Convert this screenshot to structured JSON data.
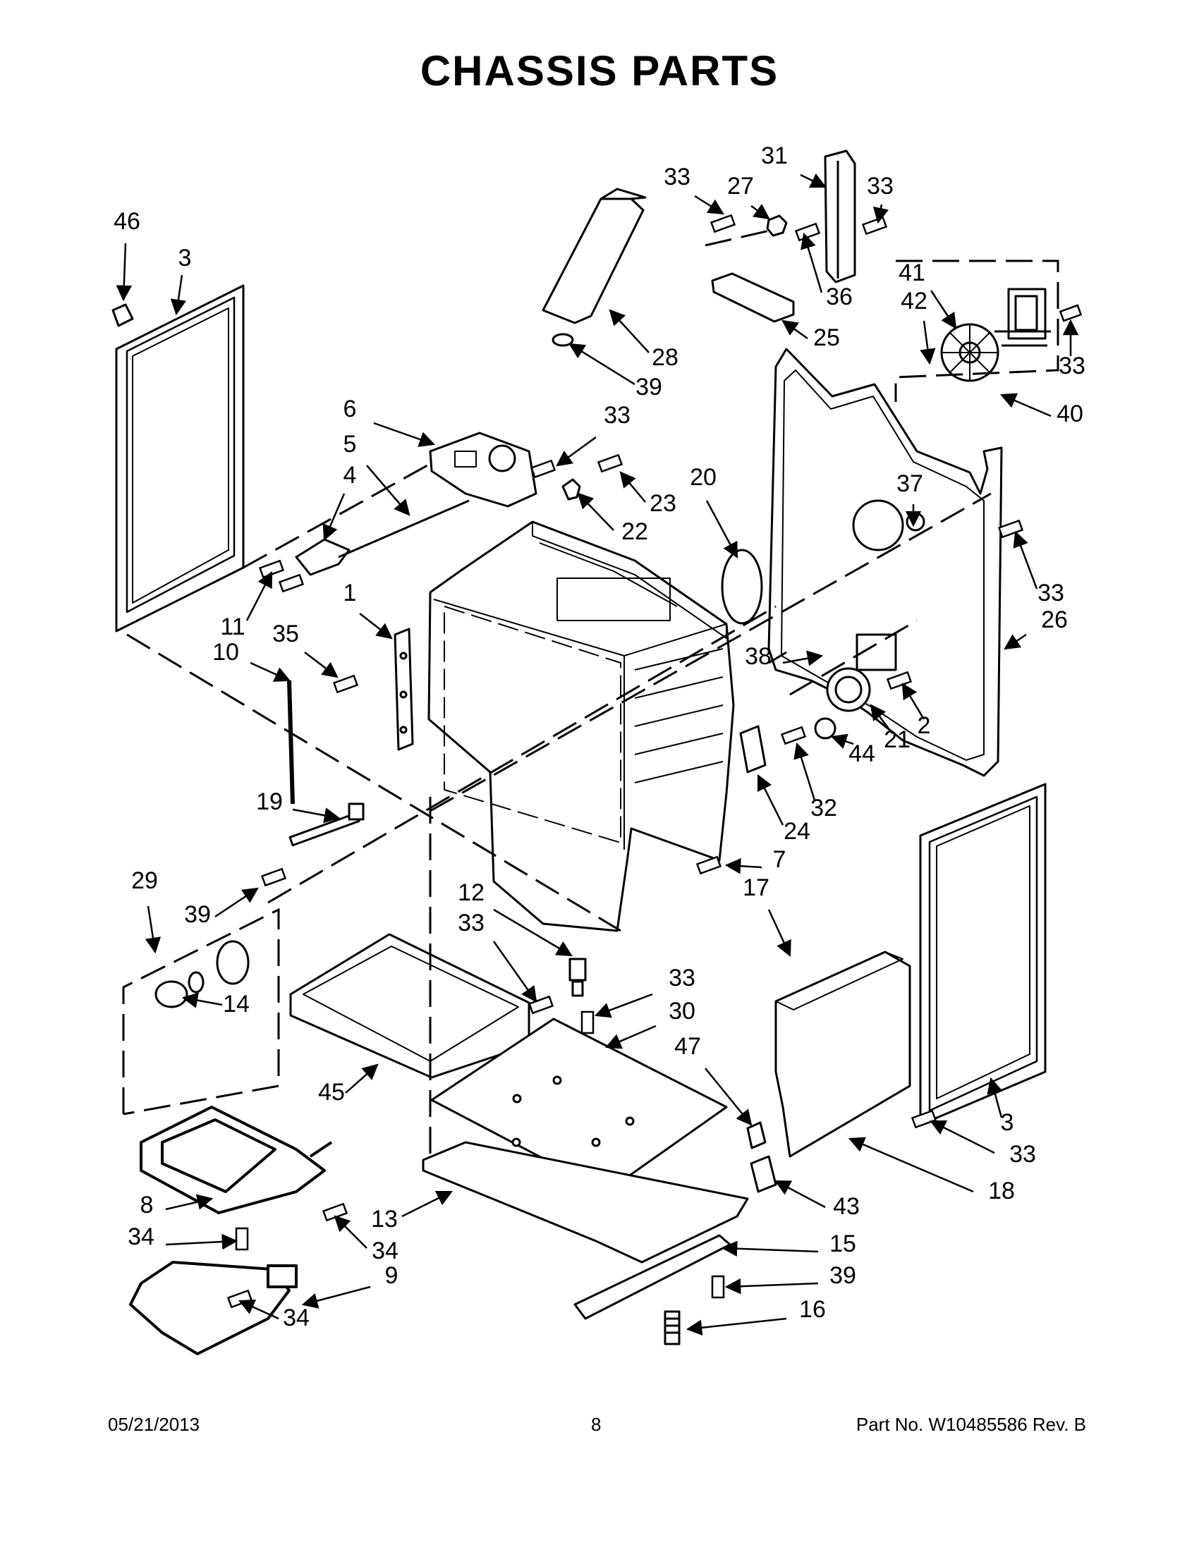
{
  "page": {
    "title": "CHASSIS PARTS"
  },
  "callouts": [
    "46",
    "3",
    "33",
    "27",
    "31",
    "33",
    "41",
    "42",
    "36",
    "28",
    "25",
    "33",
    "39",
    "40",
    "6",
    "33",
    "5",
    "4",
    "20",
    "23",
    "37",
    "22",
    "33",
    "26",
    "1",
    "11",
    "35",
    "10",
    "38",
    "2",
    "21",
    "44",
    "32",
    "24",
    "19",
    "7",
    "17",
    "29",
    "39",
    "12",
    "33",
    "33",
    "30",
    "47",
    "14",
    "45",
    "3",
    "33",
    "18",
    "8",
    "43",
    "13",
    "34",
    "34",
    "15",
    "9",
    "39",
    "34",
    "16"
  ],
  "footer": {
    "date": "05/21/2013",
    "page_number": "8",
    "part_number": "Part No.  W10485586  Rev.  B"
  }
}
